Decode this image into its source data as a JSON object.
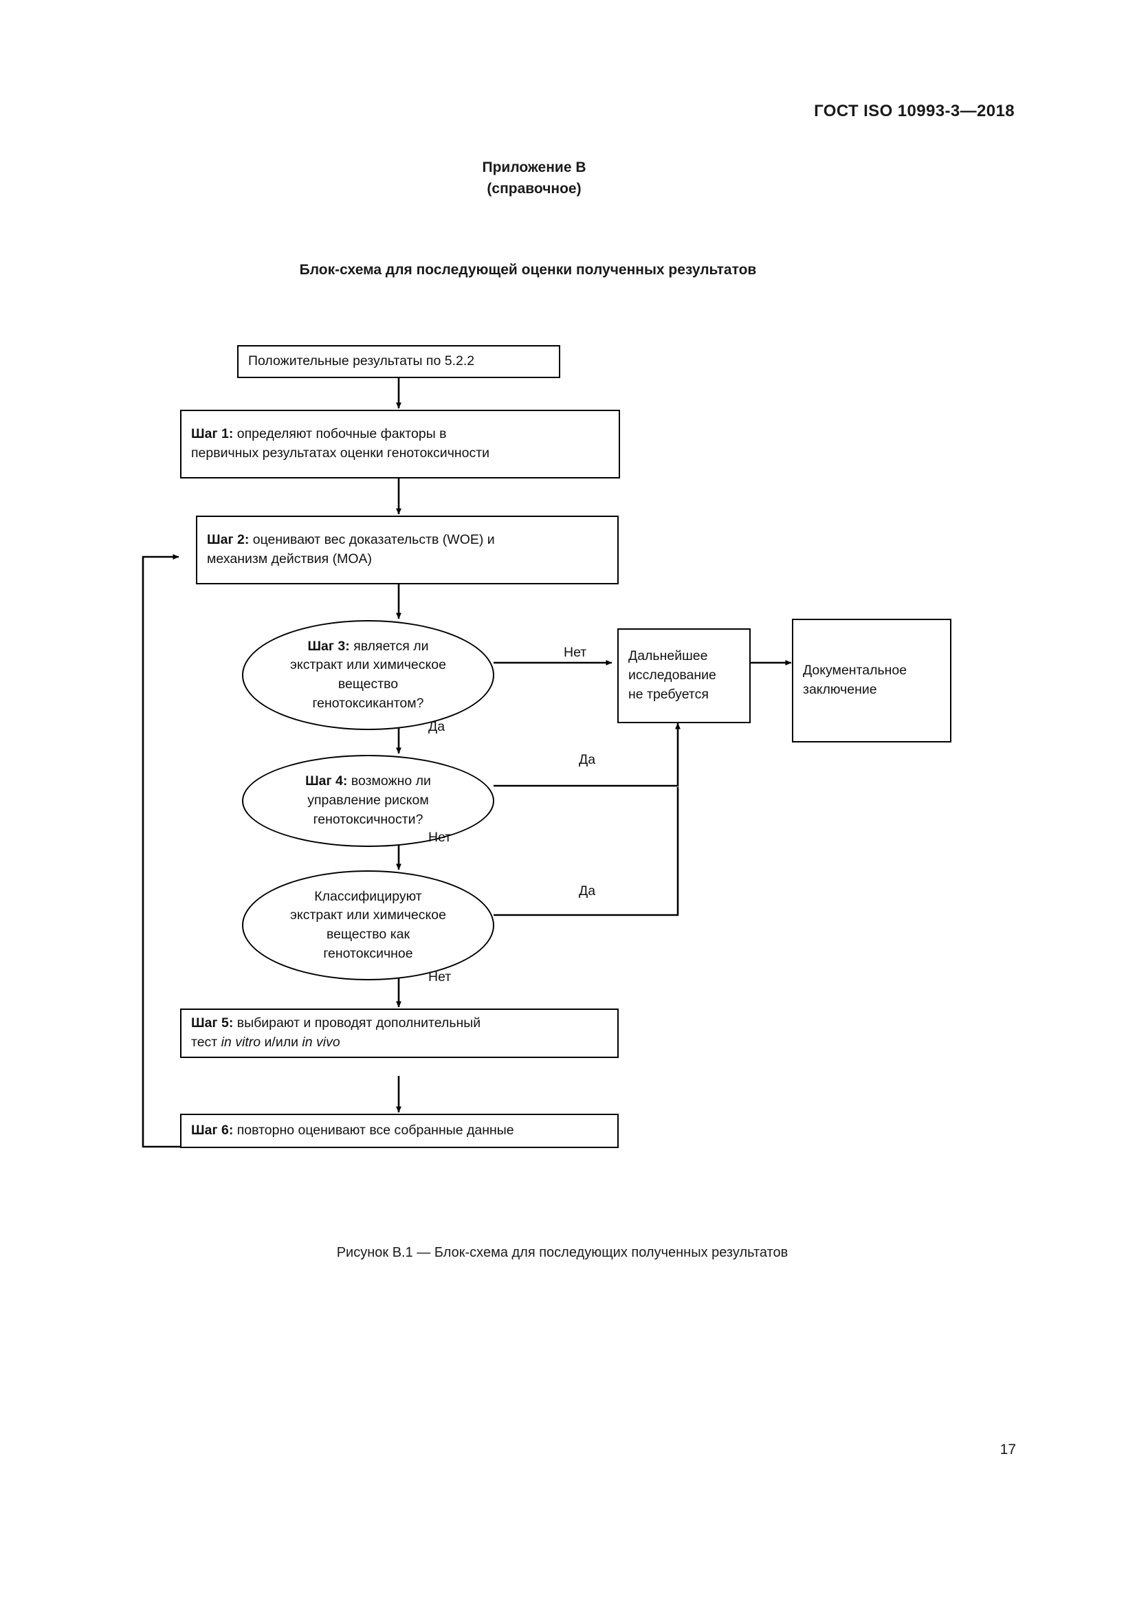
{
  "document": {
    "header": "ГОСТ ISO 10993-3—2018",
    "annex_label": "Приложение В",
    "annex_type": "(справочное)",
    "figure_heading": "Блок-схема для последующей оценки полученных результатов",
    "figure_caption": "Рисунок В.1 — Блок-схема для последующих полученных результатов",
    "page_number": "17"
  },
  "flowchart": {
    "nodes": {
      "start": {
        "shape": "rect",
        "text": "Положительные результаты по 5.2.2"
      },
      "step1": {
        "shape": "rect",
        "label": "Шаг 1:",
        "line1": " определяют  побочные факторы в",
        "line2": "первичных результатах оценки генотоксичности"
      },
      "step2": {
        "shape": "rect",
        "label": "Шаг 2:",
        "line1": " оценивают вес доказательств (WOE) и",
        "line2": "механизм действия (MOA)"
      },
      "step3": {
        "shape": "ellipse",
        "label": "Шаг 3:",
        "line1": " является ли",
        "line2": "экстракт или химическое",
        "line3": "вещество",
        "line4": "генотоксикантом?"
      },
      "step4": {
        "shape": "ellipse",
        "label": "Шаг 4:",
        "line1": " возможно ли",
        "line2": "управление риском",
        "line3": "генотоксичности?"
      },
      "classify": {
        "shape": "ellipse",
        "line1": "Классифицируют",
        "line2": "экстракт или химическое",
        "line3": "вещество как",
        "line4": "генотоксичное"
      },
      "step5": {
        "shape": "rect",
        "label": "Шаг 5:",
        "line1": " выбирают и проводят дополнительный",
        "line2_a": "тест ",
        "line2_it1": "in vitro",
        "line2_b": " и/или ",
        "line2_it2": "in vivo"
      },
      "step6": {
        "shape": "rect",
        "label": "Шаг 6:",
        "line1": " повторно оценивают все собранные данные"
      },
      "no_further": {
        "shape": "rect",
        "line1": "Дальнейшее",
        "line2": "исследование",
        "line3": "не требуется"
      },
      "documented": {
        "shape": "rect",
        "line1": "Документальное",
        "line2": "заключение"
      }
    },
    "edge_labels": {
      "step3_no": "Нет",
      "step3_yes": "Да",
      "step4_yes": "Да",
      "step4_no": "Нет",
      "classify_yes": "Да",
      "classify_no": "Нет"
    },
    "colors": {
      "stroke": "#000000",
      "fill": "#ffffff",
      "text": "#111111"
    }
  }
}
